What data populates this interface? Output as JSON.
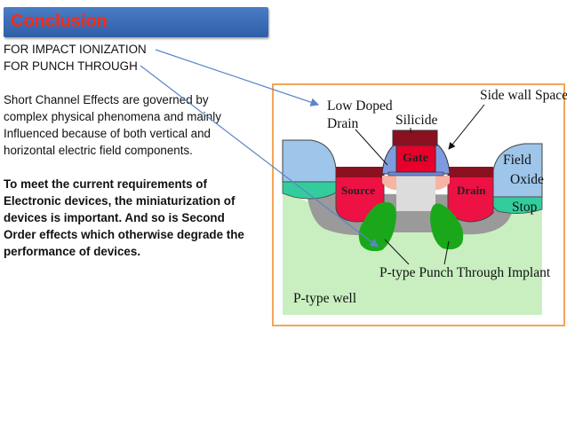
{
  "slide": {
    "title": "Conclusion",
    "lines": {
      "l1": "FOR IMPACT IONIZATION",
      "l2": "FOR PUNCH THROUGH",
      "p1": [
        "Short Channel Effects are governed by",
        "complex physical phenomena and mainly",
        "Influenced because of both vertical and",
        "horizontal  electric field components."
      ],
      "p2": [
        "To meet the current requirements of",
        "Electronic devices, the miniaturization of",
        "devices is important. And so is Second",
        "Order effects which otherwise degrade the",
        "performance of devices."
      ]
    }
  },
  "diagram": {
    "labels": {
      "low_doped_1": "Low Doped",
      "low_doped_2": "Drain",
      "silicide": "Silicide",
      "side_wall_spacer": "Side wall Spacer",
      "gate": "Gate",
      "source": "Source",
      "drain": "Drain",
      "field": "Field",
      "oxide": "Oxide",
      "stop": "Stop",
      "punch_implant": "P-type Punch Through Implant",
      "p_well": "P-type well"
    },
    "colors": {
      "frame_border": "#f2a65a",
      "p_well": "#c9efc1",
      "field_stop": "#33cc9c",
      "field_oxide": "#9ec5ea",
      "gray_region": "#9a9a9a",
      "source_drain": "#ee1144",
      "dark_red": "#8b1020",
      "gate": "#e8002a",
      "gate_oxide": "#6f86d6",
      "channel": "#dcdcdc",
      "implant": "#1aa81a",
      "ldd": "#f7b3a4",
      "arrow": "#5a86c8"
    }
  }
}
